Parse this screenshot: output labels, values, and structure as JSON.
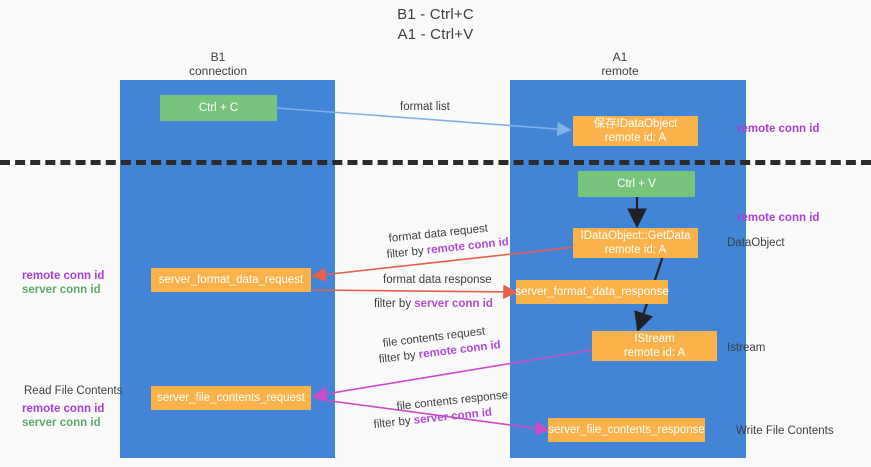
{
  "title": {
    "line1": "B1 - Ctrl+C",
    "line2": "A1 - Ctrl+V"
  },
  "columns": [
    {
      "name": "B1",
      "role": "connection"
    },
    {
      "name": "A1",
      "role": "remote"
    }
  ],
  "nodes": {
    "ctrl_c": "Ctrl + C",
    "ctrl_v": "Ctrl + V",
    "save_idataobject": "保存IDataObject\nremote id: A",
    "idataobject_getdata": "IDataObject::GetData\nremote id: A",
    "istream": "IStream\nremote id: A",
    "server_format_data_request": "server_format_data_request",
    "server_format_data_response": "server_format_data_response",
    "server_file_contents_request": "server_file_contents_request",
    "server_file_contents_response": "server_file_contents_response"
  },
  "edges": {
    "format_list": "format list",
    "format_data_request": "format data request",
    "format_data_request_filter_prefix": "filter by ",
    "format_data_request_filter_key": "remote conn id",
    "format_data_response": "format data response",
    "format_data_response_filter_prefix": "filter by ",
    "format_data_response_filter_key": "server conn id",
    "file_contents_request": "file contents request",
    "file_contents_request_filter_prefix": "filter by ",
    "file_contents_request_filter_key": "remote conn id",
    "file_contents_response": "file contents response",
    "file_contents_response_filter_prefix": "filter by ",
    "file_contents_response_filter_key": "server conn id"
  },
  "annotations": {
    "right_remote_conn_id_top": "remote conn id",
    "right_remote_conn_id_mid": "remote conn id",
    "right_dataobject": "DataObject",
    "right_istream": "Istream",
    "right_write_file_contents": "Write File Contents",
    "left_remote_conn_id_mid": "remote conn id",
    "left_server_conn_id_mid": "server conn id",
    "left_read_file_contents": "Read File Contents",
    "left_remote_conn_id_bottom": "remote conn id",
    "left_server_conn_id_bottom": "server conn id"
  },
  "colors": {
    "lane": "#4285d6",
    "node_green": "#79c47d",
    "node_orange": "#fbb24a",
    "accent_purple": "#a93fd6",
    "accent_green": "#5fa96a",
    "arrow_blue": "#7fb2e8",
    "arrow_red": "#e8604c",
    "arrow_magenta": "#cc4bc8",
    "arrow_black": "#202124",
    "divider": "#2b2b2b"
  }
}
